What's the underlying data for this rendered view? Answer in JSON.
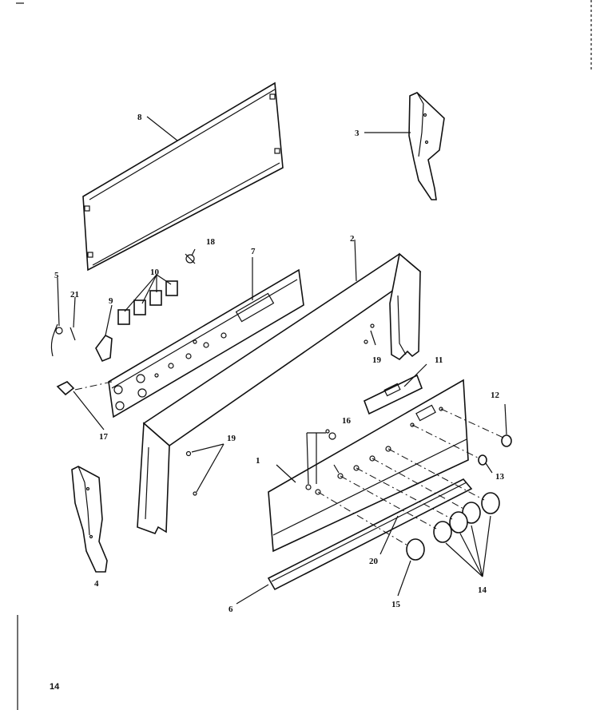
{
  "page_number": "14",
  "callouts": {
    "c1": "1",
    "c2": "2",
    "c3": "3",
    "c4": "4",
    "c5": "5",
    "c6": "6",
    "c7": "7",
    "c8": "8",
    "c9": "9",
    "c10": "10",
    "c11": "11",
    "c12": "12",
    "c13": "13",
    "c14": "14",
    "c15": "15",
    "c16": "16",
    "c17": "17",
    "c18": "18",
    "c19a": "19",
    "c19b": "19",
    "c20": "20",
    "c21": "21"
  }
}
